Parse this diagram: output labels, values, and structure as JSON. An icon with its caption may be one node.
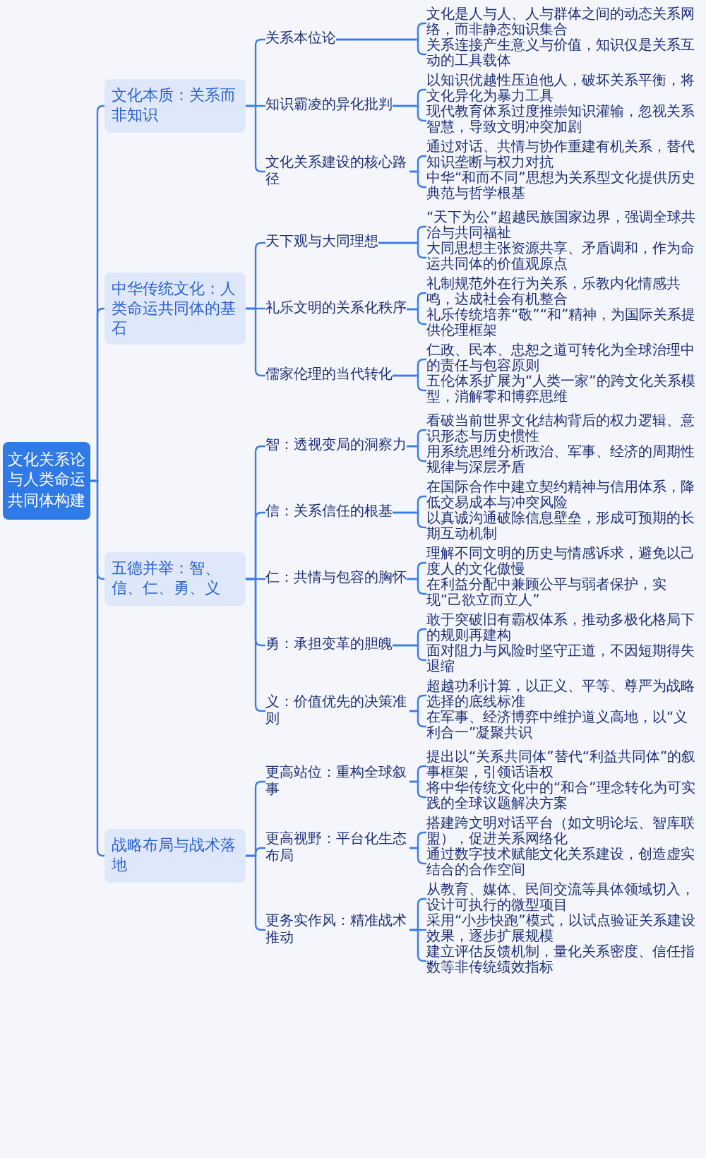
{
  "diagram": {
    "nodes": [
      {
        "text": [
          "文化关系论与人类命运共同体构建"
        ]
      },
      {
        "text": [
          "文化本质：关系而非知识"
        ]
      },
      {
        "text": [
          "关系本位论"
        ]
      },
      {
        "text": [
          "文化是人与人、人与群体之间的动态关系网络，而非静态知识集合"
        ]
      },
      {
        "text": [
          "关系连接产生意义与价值，知识仅是关系互动的工具载体"
        ]
      },
      {
        "text": [
          "知识霸凌的异化批判"
        ]
      },
      {
        "text": [
          "以知识优越性压迫他人，破坏关系平衡，将文化异化为暴力工具"
        ]
      },
      {
        "text": [
          "现代教育体系过度推崇知识灌输，忽视关系智慧，导致文明冲突加剧"
        ]
      },
      {
        "text": [
          "文化关系建设的核心路径"
        ]
      },
      {
        "text": [
          "通过对话、共情与协作重建有机关系，替代知识垄断与权力对抗"
        ]
      },
      {
        "text": [
          "中华“和而不同”思想为关系型文化提供历史典范与哲学根基"
        ]
      },
      {
        "text": [
          "中华传统文化：人类命运共同体的基石"
        ]
      },
      {
        "text": [
          "天下观与大同理想"
        ]
      },
      {
        "text": [
          "“天下为公”超越民族国家边界，强调全球共治与共同福祉"
        ]
      },
      {
        "text": [
          "大同思想主张资源共享、矛盾调和，作为命运共同体的价值观原点"
        ]
      },
      {
        "text": [
          "礼乐文明的关系化秩序"
        ]
      },
      {
        "text": [
          "礼制规范外在行为关系，乐教内化情感共鸣，达成社会有机整合"
        ]
      },
      {
        "text": [
          "礼乐传统培养“敬”“和”精神，为国际关系提供伦理框架"
        ]
      },
      {
        "text": [
          "儒家伦理的当代转化"
        ]
      },
      {
        "text": [
          "仁政、民本、忠恕之道可转化为全球治理中的责任与包容原则"
        ]
      },
      {
        "text": [
          "五伦体系扩展为“人类一家”的跨文化关系模型，消解零和博弈思维"
        ]
      },
      {
        "text": [
          "五德并举：智、信、仁、勇、义"
        ]
      },
      {
        "text": [
          "智：透视变局的洞察力"
        ]
      },
      {
        "text": [
          "看破当前世界文化结构背后的权力逻辑、意识形态与历史惯性"
        ]
      },
      {
        "text": [
          "用系统思维分析政治、军事、经济的周期性规律与深层矛盾"
        ]
      },
      {
        "text": [
          "信：关系信任的根基"
        ]
      },
      {
        "text": [
          "在国际合作中建立契约精神与信用体系，降低交易成本与冲突风险"
        ]
      },
      {
        "text": [
          "以真诚沟通破除信息壁垒，形成可预期的长期互动机制"
        ]
      },
      {
        "text": [
          "仁：共情与包容的胸怀"
        ]
      },
      {
        "text": [
          "理解不同文明的历史与情感诉求，避免以己度人的文化傲慢"
        ]
      },
      {
        "text": [
          "在利益分配中兼顾公平与弱者保护，实现“己欲立而立人”"
        ]
      },
      {
        "text": [
          "勇：承担变革的胆魄"
        ]
      },
      {
        "text": [
          "敢于突破旧有霸权体系，推动多极化格局下的规则再建构"
        ]
      },
      {
        "text": [
          "面对阻力与风险时坚守正道，不因短期得失退缩"
        ]
      },
      {
        "text": [
          "义：价值优先的决策准则"
        ]
      },
      {
        "text": [
          "超越功利计算，以正义、平等、尊严为战略选择的底线标准"
        ]
      },
      {
        "text": [
          "在军事、经济博弈中维护道义高地，以“义利合一”凝聚共识"
        ]
      },
      {
        "text": [
          "战略布局与战术落地"
        ]
      },
      {
        "text": [
          "更高站位：重构全球叙事"
        ]
      },
      {
        "text": [
          "提出以“关系共同体”替代“利益共同体”的叙事框架，引领话语权"
        ]
      },
      {
        "text": [
          "将中华传统文化中的“和合”理念转化为可实践的全球议题解决方案"
        ]
      },
      {
        "text": [
          "更高视野：平台化生态布局"
        ]
      },
      {
        "text": [
          "搭建跨文明对话平台（如文明论坛、智库联盟），促进关系网络化"
        ]
      },
      {
        "text": [
          "通过数字技术赋能文化关系建设，创造虚实结合的合作空间"
        ]
      },
      {
        "text": [
          "更务实作风：精准战术推动"
        ]
      },
      {
        "text": [
          "从教育、媒体、民间交流等具体领域切入，设计可执行的微型项目"
        ]
      },
      {
        "text": [
          "采用“小步快跑”模式，以试点验证关系建设效果，逐步扩展规模"
        ]
      },
      {
        "text": [
          "建立评估反馈机制，量化关系密度、信任指数等非传统绩效指标"
        ]
      }
    ],
    "edges": [
      {
        "from": 0,
        "to": 1,
        "arrow": "none"
      },
      {
        "from": 1,
        "to": 2,
        "arrow": "none"
      },
      {
        "from": 2,
        "to": 3,
        "arrow": "none"
      },
      {
        "from": 2,
        "to": 4,
        "arrow": "none"
      },
      {
        "from": 1,
        "to": 5,
        "arrow": "none"
      },
      {
        "from": 5,
        "to": 6,
        "arrow": "none"
      },
      {
        "from": 5,
        "to": 7,
        "arrow": "none"
      },
      {
        "from": 1,
        "to": 8,
        "arrow": "none"
      },
      {
        "from": 8,
        "to": 9,
        "arrow": "none"
      },
      {
        "from": 8,
        "to": 10,
        "arrow": "none"
      },
      {
        "from": 0,
        "to": 11,
        "arrow": "none"
      },
      {
        "from": 11,
        "to": 12,
        "arrow": "none"
      },
      {
        "from": 12,
        "to": 13,
        "arrow": "none"
      },
      {
        "from": 12,
        "to": 14,
        "arrow": "none"
      },
      {
        "from": 11,
        "to": 15,
        "arrow": "none"
      },
      {
        "from": 15,
        "to": 16,
        "arrow": "none"
      },
      {
        "from": 15,
        "to": 17,
        "arrow": "none"
      },
      {
        "from": 11,
        "to": 18,
        "arrow": "none"
      },
      {
        "from": 18,
        "to": 19,
        "arrow": "none"
      },
      {
        "from": 18,
        "to": 20,
        "arrow": "none"
      },
      {
        "from": 0,
        "to": 21,
        "arrow": "none"
      },
      {
        "from": 21,
        "to": 22,
        "arrow": "none"
      },
      {
        "from": 22,
        "to": 23,
        "arrow": "none"
      },
      {
        "from": 22,
        "to": 24,
        "arrow": "none"
      },
      {
        "from": 21,
        "to": 25,
        "arrow": "none"
      },
      {
        "from": 25,
        "to": 26,
        "arrow": "none"
      },
      {
        "from": 25,
        "to": 27,
        "arrow": "none"
      },
      {
        "from": 21,
        "to": 28,
        "arrow": "none"
      },
      {
        "from": 28,
        "to": 29,
        "arrow": "none"
      },
      {
        "from": 28,
        "to": 30,
        "arrow": "none"
      },
      {
        "from": 21,
        "to": 31,
        "arrow": "none"
      },
      {
        "from": 31,
        "to": 32,
        "arrow": "none"
      },
      {
        "from": 31,
        "to": 33,
        "arrow": "none"
      },
      {
        "from": 21,
        "to": 34,
        "arrow": "none"
      },
      {
        "from": 34,
        "to": 35,
        "arrow": "none"
      },
      {
        "from": 34,
        "to": 36,
        "arrow": "none"
      },
      {
        "from": 0,
        "to": 37,
        "arrow": "none"
      },
      {
        "from": 37,
        "to": 38,
        "arrow": "none"
      },
      {
        "from": 38,
        "to": 39,
        "arrow": "none"
      },
      {
        "from": 38,
        "to": 40,
        "arrow": "none"
      },
      {
        "from": 37,
        "to": 41,
        "arrow": "none"
      },
      {
        "from": 41,
        "to": 42,
        "arrow": "none"
      },
      {
        "from": 41,
        "to": 43,
        "arrow": "none"
      },
      {
        "from": 37,
        "to": 44,
        "arrow": "none"
      },
      {
        "from": 44,
        "to": 45,
        "arrow": "none"
      },
      {
        "from": 44,
        "to": 46,
        "arrow": "none"
      },
      {
        "from": 44,
        "to": 47,
        "arrow": "none"
      }
    ]
  }
}
